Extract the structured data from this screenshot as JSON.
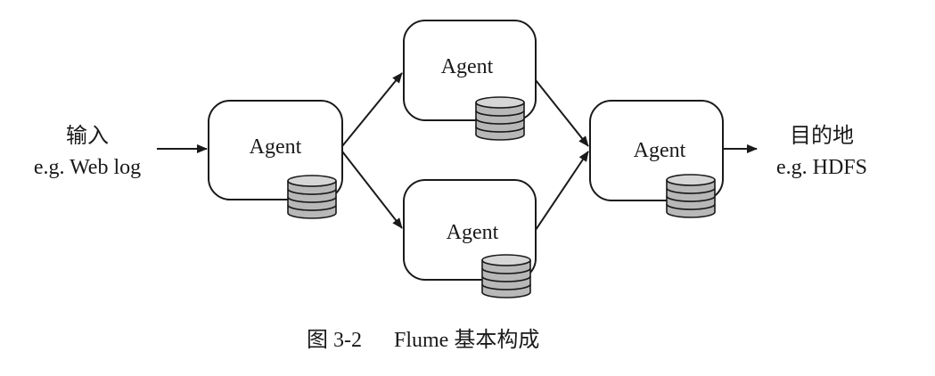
{
  "input": {
    "title": "输入",
    "example": "e.g. Web log"
  },
  "destination": {
    "title": "目的地",
    "example": "e.g. HDFS"
  },
  "agents": [
    {
      "label": "Agent"
    },
    {
      "label": "Agent"
    },
    {
      "label": "Agent"
    },
    {
      "label": "Agent"
    }
  ],
  "caption": {
    "figure_number": "图 3-2",
    "title": "Flume 基本构成"
  },
  "colors": {
    "stroke": "#1a1a1a",
    "disk_fill": "#b8b8b8",
    "background": "#ffffff"
  }
}
